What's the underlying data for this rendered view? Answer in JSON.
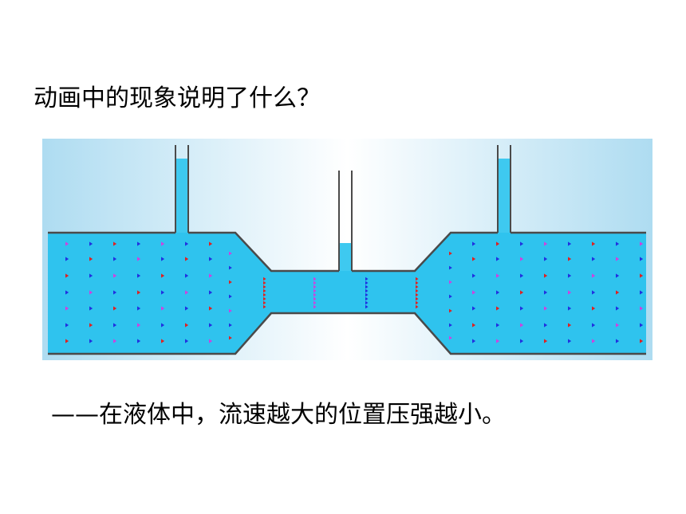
{
  "question": "动画中的现象说明了什么？",
  "answer": "——在液体中，流速越大的位置压强越小。",
  "colors": {
    "panel_light": "#f2fbff",
    "panel_sky": "#aedcf1",
    "water": "#2fc3ee",
    "water_column": "#3ec9f0",
    "wall": "#4a4a4a",
    "arrow_red": "#e02020",
    "arrow_blue": "#2030e0",
    "arrow_magenta": "#d040e0"
  },
  "icons": [
    "flow-arrow-icon"
  ],
  "tubes": {
    "wide_left_level": "high",
    "narrow_middle_level": "low",
    "wide_right_level": "high"
  }
}
